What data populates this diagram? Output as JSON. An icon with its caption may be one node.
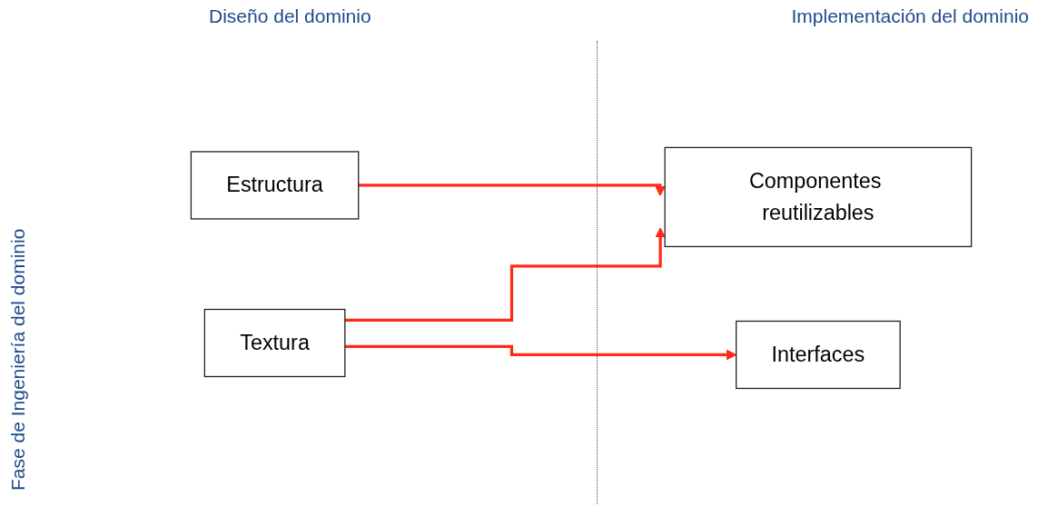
{
  "diagram": {
    "nodes": [
      {
        "text": [
          "Componentes reutilizables"
        ]
      },
      {
        "text": [
          "Interfaces"
        ]
      },
      {
        "text": [
          "Estructura"
        ]
      },
      {
        "text": [
          "Textura"
        ]
      }
    ],
    "edges": [
      {
        "from": 2,
        "to": 0,
        "arrow": "to"
      },
      {
        "from": 3,
        "to": 0,
        "arrow": "to"
      },
      {
        "from": 3,
        "to": 1,
        "arrow": "to"
      }
    ],
    "labels": [
      "Diseño del dominio",
      "Implementación del dominio",
      "Fase de Ingeniería del dominio"
    ]
  }
}
